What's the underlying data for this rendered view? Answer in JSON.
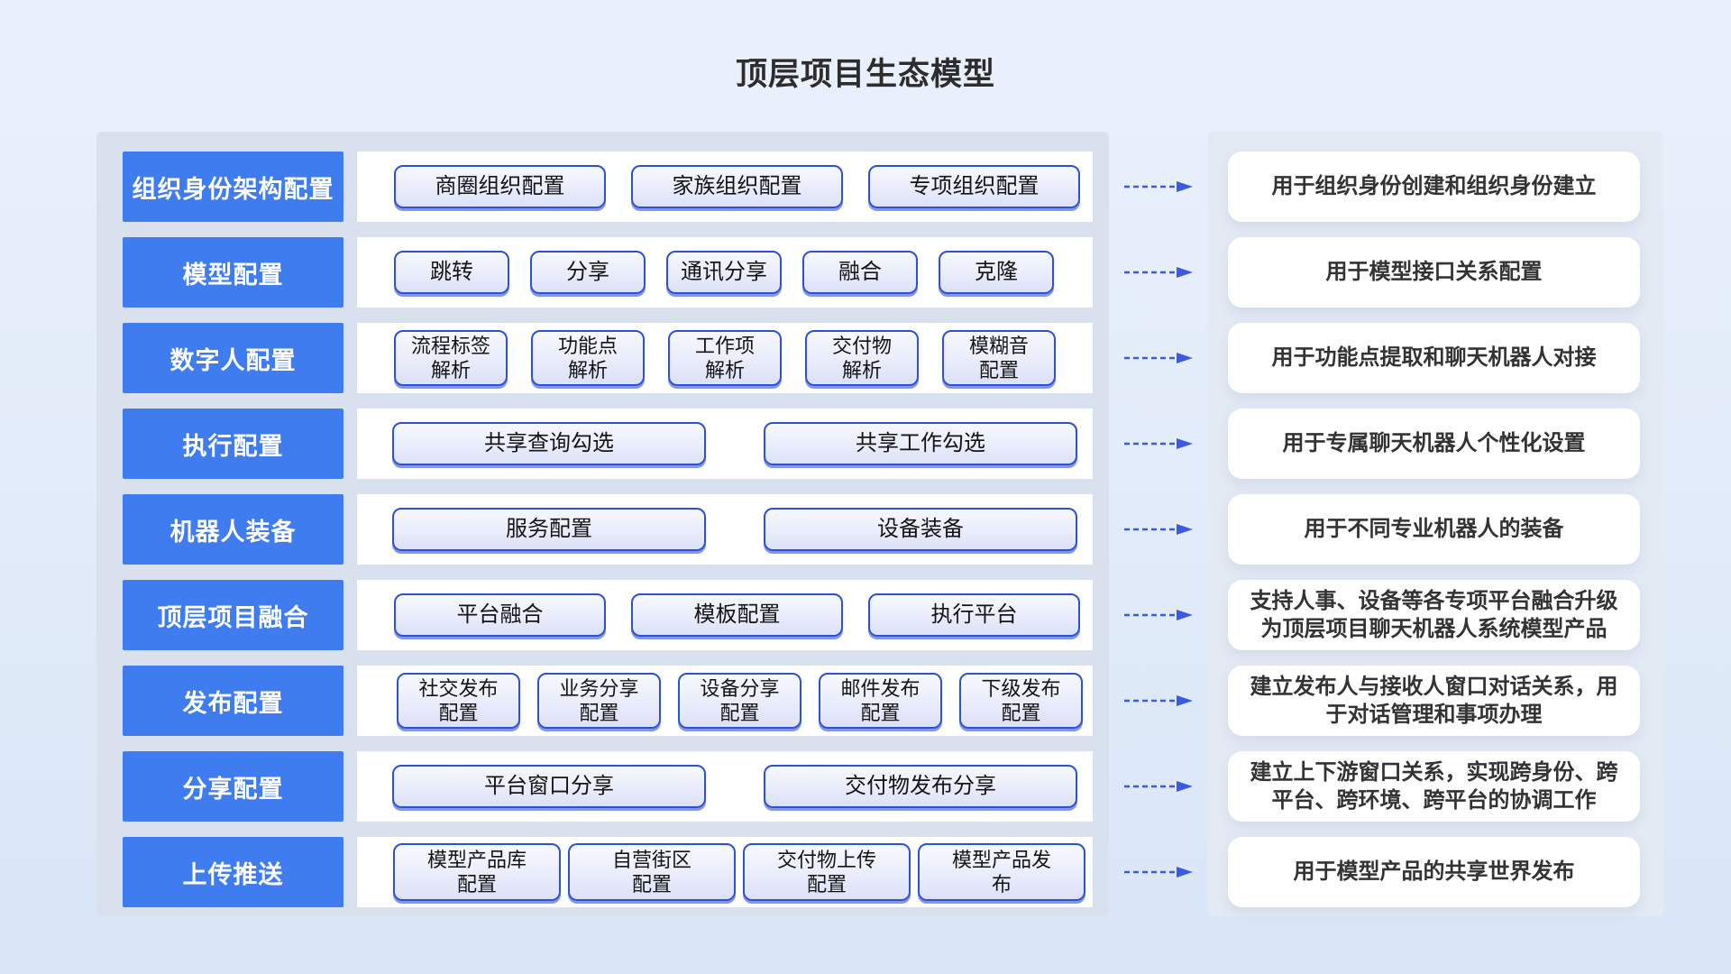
{
  "title": "顶层项目生态模型",
  "colors": {
    "label_blue": "#3e7cf0",
    "button_border_blue": "#2b51d6",
    "arrow_blue": "#3a5be0",
    "panel_gray": "#dae1ee",
    "right_panel_gray": "#e4eaf4"
  },
  "rows": [
    {
      "label": "组织身份架构配置",
      "buttons": [
        "商圈组织配置",
        "家族组织配置",
        "专项组织配置"
      ],
      "desc": "用于组织身份创建和组织身份建立"
    },
    {
      "label": "模型配置",
      "buttons": [
        "跳转",
        "分享",
        "通讯分享",
        "融合",
        "克隆"
      ],
      "desc": "用于模型接口关系配置"
    },
    {
      "label": "数字人配置",
      "buttons": [
        "流程标签\n解析",
        "功能点\n解析",
        "工作项\n解析",
        "交付物\n解析",
        "模糊音\n配置"
      ],
      "desc": "用于功能点提取和聊天机器人对接"
    },
    {
      "label": "执行配置",
      "buttons": [
        "共享查询勾选",
        "共享工作勾选"
      ],
      "desc": "用于专属聊天机器人个性化设置"
    },
    {
      "label": "机器人装备",
      "buttons": [
        "服务配置",
        "设备装备"
      ],
      "desc": "用于不同专业机器人的装备"
    },
    {
      "label": "顶层项目融合",
      "buttons": [
        "平台融合",
        "模板配置",
        "执行平台"
      ],
      "desc": "支持人事、设备等各专项平台融合升级\n为顶层项目聊天机器人系统模型产品"
    },
    {
      "label": "发布配置",
      "buttons": [
        "社交发布\n配置",
        "业务分享\n配置",
        "设备分享\n配置",
        "邮件发布\n配置",
        "下级发布\n配置"
      ],
      "desc": "建立发布人与接收人窗口对话关系，用\n于对话管理和事项办理"
    },
    {
      "label": "分享配置",
      "buttons": [
        "平台窗口分享",
        "交付物发布分享"
      ],
      "desc": "建立上下游窗口关系，实现跨身份、跨\n平台、跨环境、跨平台的协调工作"
    },
    {
      "label": "上传推送",
      "buttons": [
        "模型产品库\n配置",
        "自营街区\n配置",
        "交付物上传\n配置",
        "模型产品发\n布"
      ],
      "desc": "用于模型产品的共享世界发布"
    }
  ]
}
